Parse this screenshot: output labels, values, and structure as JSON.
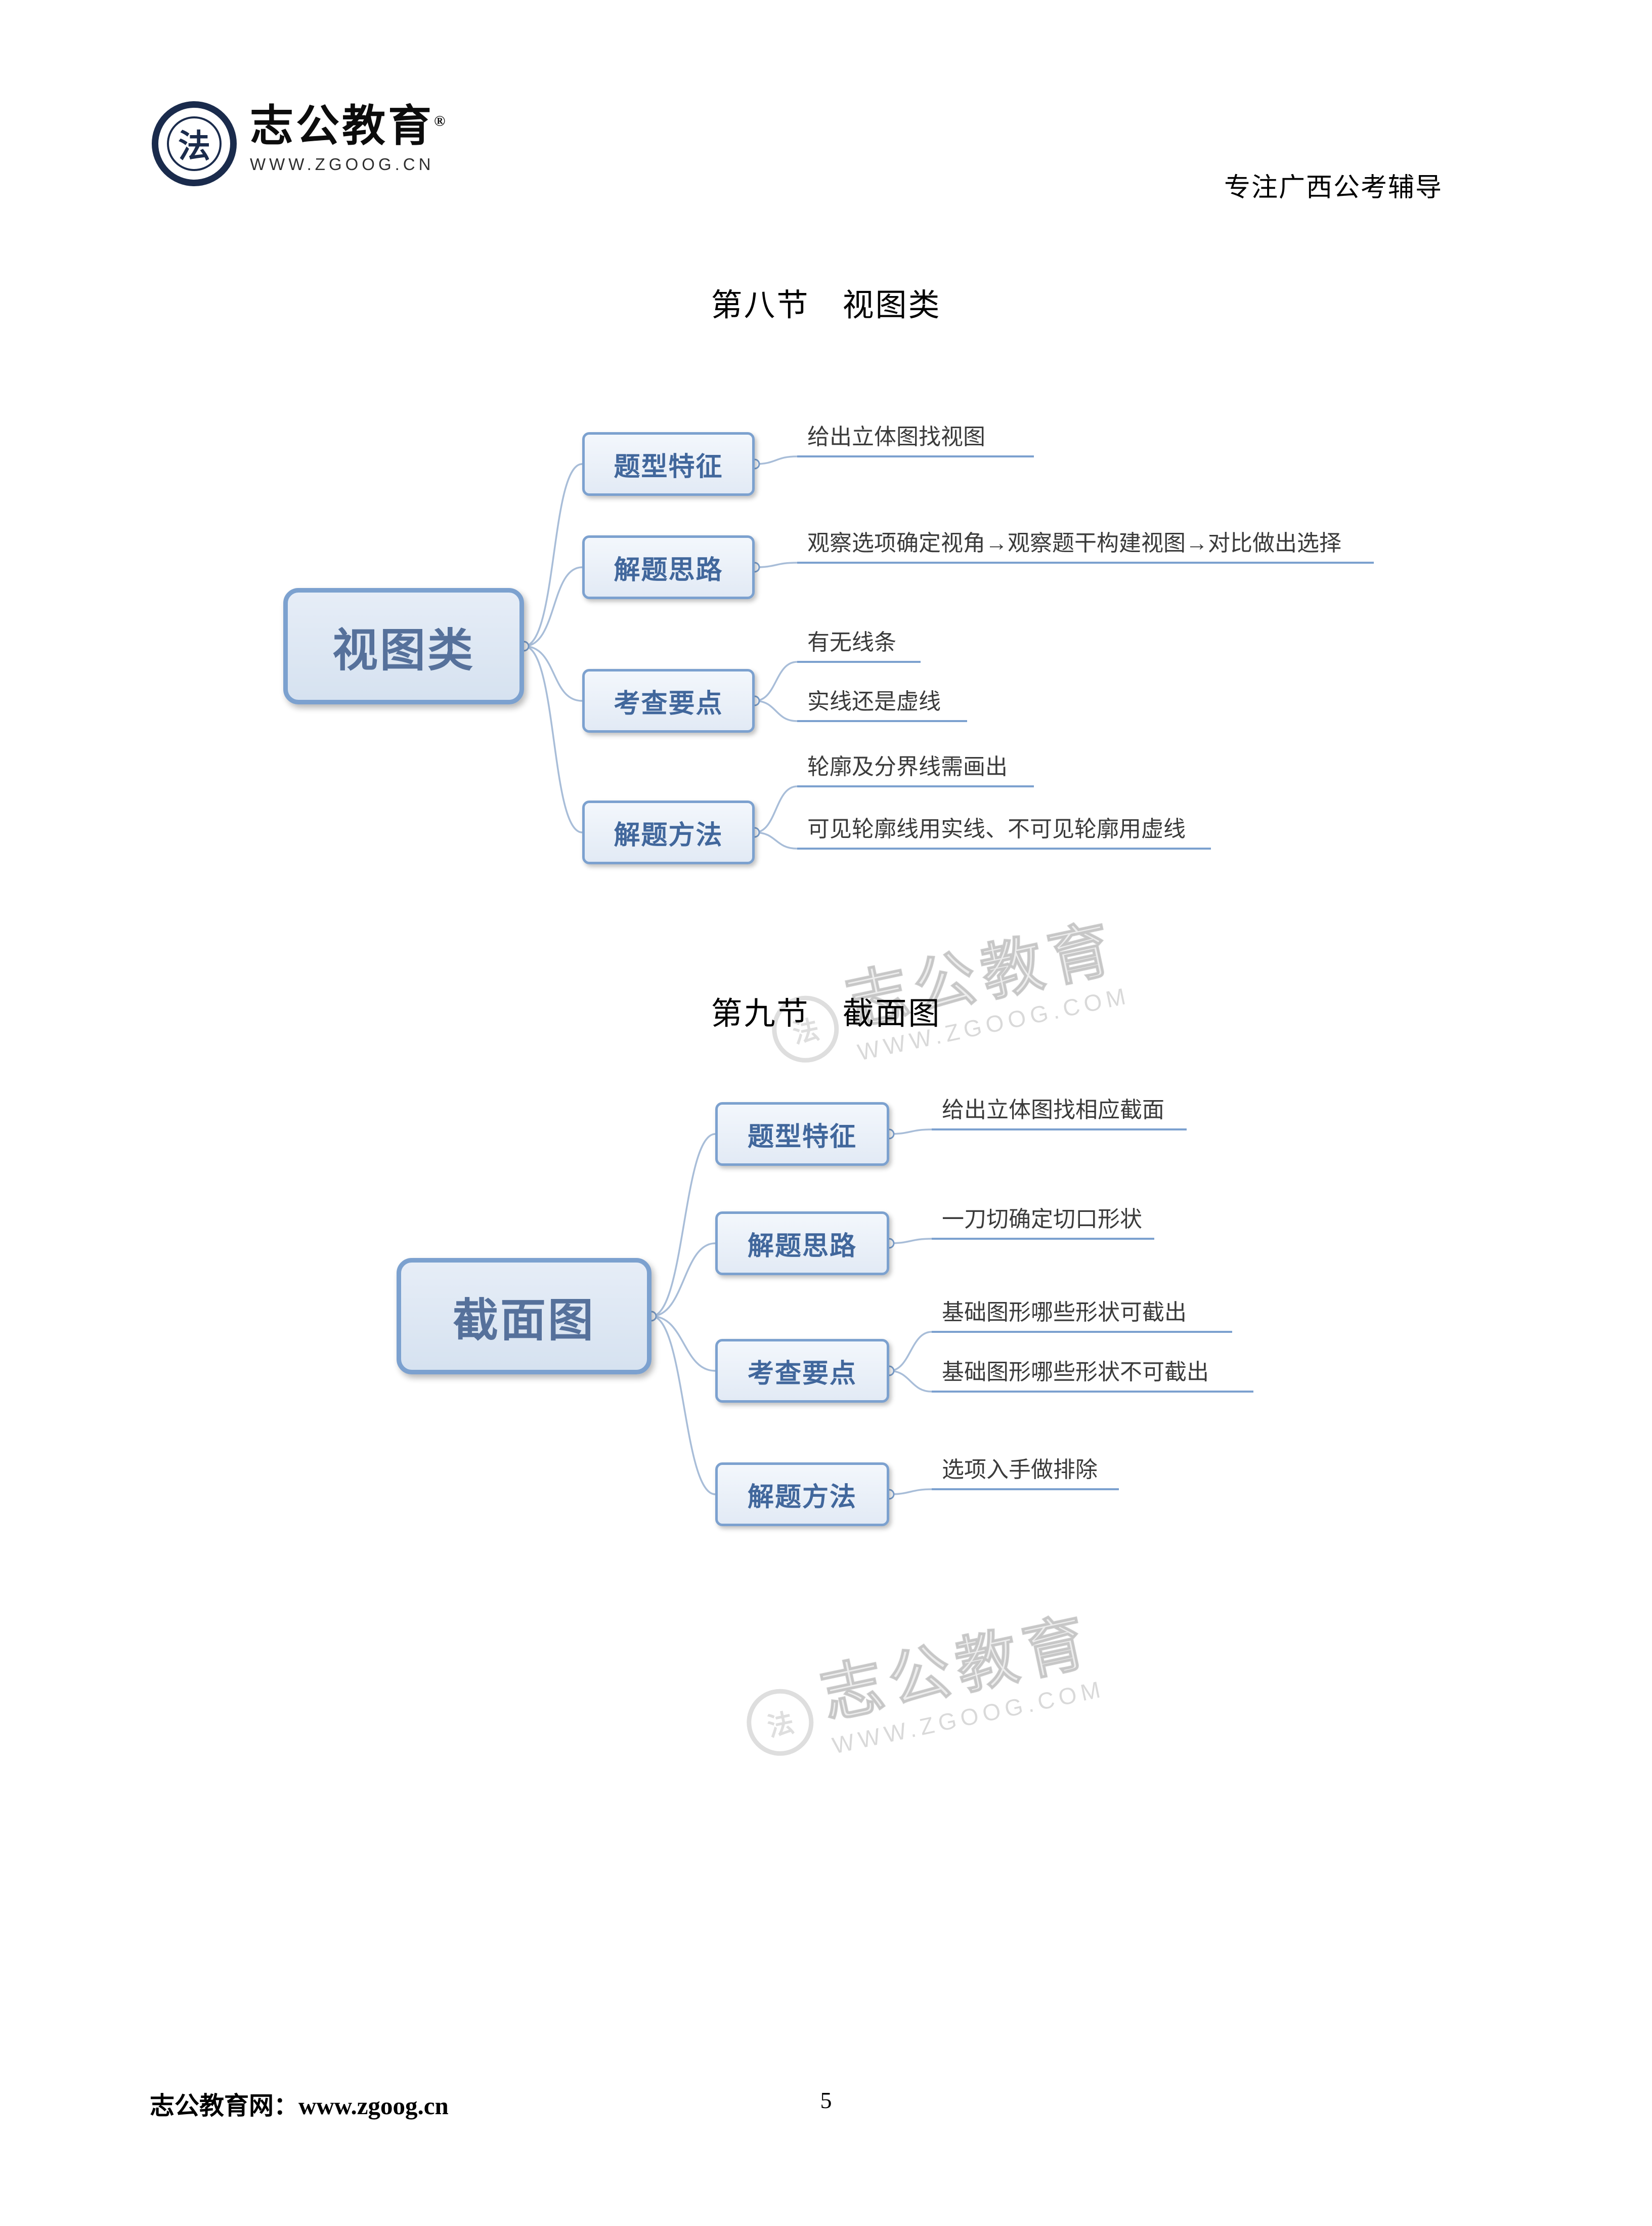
{
  "header": {
    "brand_name": "志公教育",
    "brand_reg": "®",
    "brand_url": "WWW.ZGOOG.CN",
    "logo_char": "法",
    "tagline": "专注广西公考辅导"
  },
  "section8": {
    "title": "第八节　视图类",
    "map": {
      "root": "视图类",
      "branches": [
        {
          "label": "题型特征",
          "children": [
            "给出立体图找视图"
          ]
        },
        {
          "label": "解题思路",
          "children": [
            "观察选项确定视角→观察题干构建视图→对比做出选择"
          ]
        },
        {
          "label": "考查要点",
          "children": [
            "有无线条",
            "实线还是虚线"
          ]
        },
        {
          "label": "解题方法",
          "children": [
            "轮廓及分界线需画出",
            "可见轮廓线用实线、不可见轮廓用虚线"
          ]
        }
      ]
    }
  },
  "section9": {
    "title": "第九节　截面图",
    "map": {
      "root": "截面图",
      "branches": [
        {
          "label": "题型特征",
          "children": [
            "给出立体图找相应截面"
          ]
        },
        {
          "label": "解题思路",
          "children": [
            "一刀切确定切口形状"
          ]
        },
        {
          "label": "考查要点",
          "children": [
            "基础图形哪些形状可截出",
            "基础图形哪些形状不可截出"
          ]
        },
        {
          "label": "解题方法",
          "children": [
            "选项入手做排除"
          ]
        }
      ]
    }
  },
  "watermark": {
    "brand": "志公教育",
    "url": "WWW.ZGOOG.COM"
  },
  "footer": {
    "site": "志公教育网：www.zgoog.cn",
    "page_number": "5"
  }
}
